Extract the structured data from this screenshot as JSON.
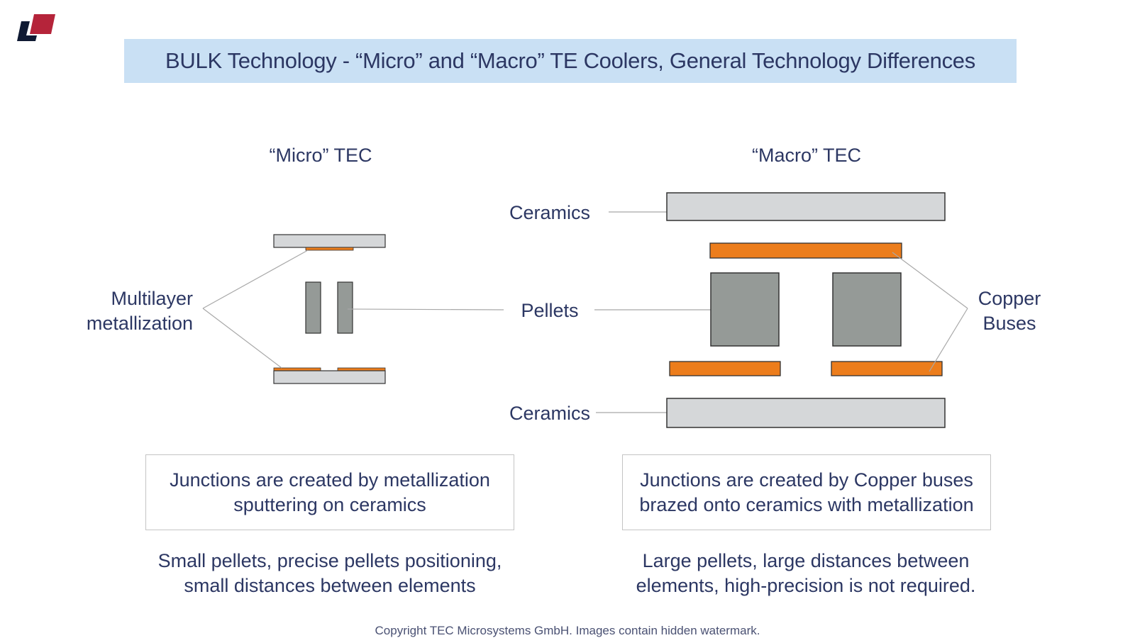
{
  "title": "BULK Technology - “Micro” and “Macro” TE Coolers, General Technology Differences",
  "logo": {
    "name": "company-logo",
    "colors": {
      "dark": "#0f1a33",
      "red": "#b5243a"
    }
  },
  "colors": {
    "ceramics": "#d5d7d9",
    "pellet": "#959a97",
    "copper": "#ec7d1c",
    "title_bar": "#c9e0f4",
    "text": "#2c3763"
  },
  "micro": {
    "heading": "“Micro” TEC",
    "label_metallization_line1": "Multilayer",
    "label_metallization_line2": "metallization",
    "box_line1": "Junctions are created by metallization",
    "box_line2": "sputtering on ceramics",
    "caption_line1": "Small pellets, precise pellets positioning,",
    "caption_line2": "small distances between elements"
  },
  "center": {
    "label_ceramics_top": "Ceramics",
    "label_pellets": "Pellets",
    "label_ceramics_bottom": "Ceramics"
  },
  "macro": {
    "heading": "“Macro” TEC",
    "label_copper_line1": "Copper",
    "label_copper_line2": "Buses",
    "box_line1": "Junctions are created by Copper buses",
    "box_line2": "brazed onto ceramics with metallization",
    "caption_line1": "Large pellets,  large distances  between",
    "caption_line2": "elements, high-precision is not required."
  },
  "footer": {
    "copyright": "Copyright TEC Microsystems GmbH. Images contain hidden watermark."
  }
}
